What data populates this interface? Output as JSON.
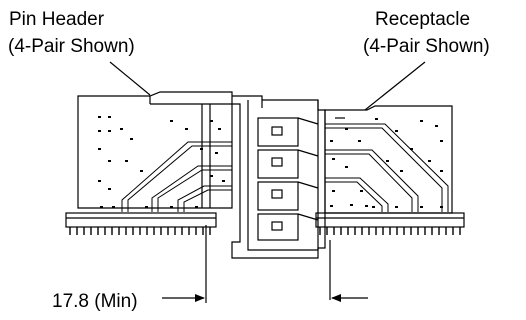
{
  "labels": {
    "pin_header_title": "Pin Header",
    "pin_header_sub": "(4-Pair Shown)",
    "receptacle_title": "Receptacle",
    "receptacle_sub": "(4-Pair Shown)",
    "dimension": "17.8 (Min)"
  }
}
